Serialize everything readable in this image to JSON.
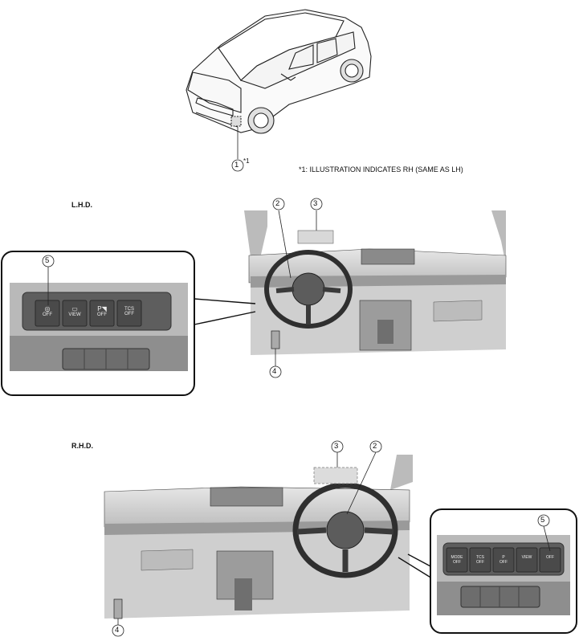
{
  "note": "*1: ILLUSTRATION INDICATES RH (SAME AS LH)",
  "sections": {
    "lhd": "L.H.D.",
    "rhd": "R.H.D."
  },
  "callouts": {
    "c1": "1",
    "c1_sup": "*1",
    "c2": "2",
    "c3": "3",
    "c4": "4",
    "c5": "5"
  },
  "lhd_switch_panel": {
    "buttons": [
      {
        "icon": "sensor-off-icon",
        "text": "OFF"
      },
      {
        "icon": "camera-view-icon",
        "text": "VIEW"
      },
      {
        "icon": "parking-sensor-icon",
        "text": "OFF"
      },
      {
        "icon": "tcs-icon",
        "text1": "TCS",
        "text2": "OFF"
      }
    ]
  },
  "rhd_switch_panel": {
    "buttons": [
      {
        "text1": "MODE",
        "text2": "OFF"
      },
      {
        "text1": "TCS",
        "text2": "OFF"
      },
      {
        "text1": "P",
        "text2": "OFF"
      },
      {
        "text1": "",
        "text2": "VIEW"
      },
      {
        "text1": "",
        "text2": "OFF"
      }
    ]
  }
}
